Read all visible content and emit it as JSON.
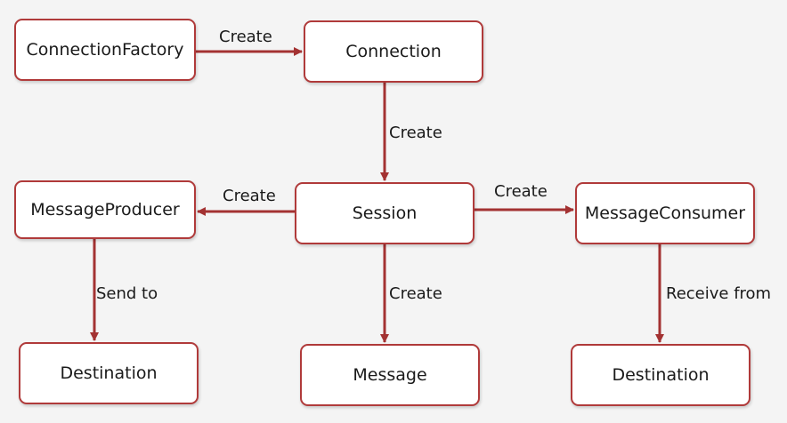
{
  "colors": {
    "border": "#b03a3a",
    "arrow": "#a33232",
    "node_fill": "#ffffff",
    "background": "#f4f4f4",
    "text": "#1a1a1a"
  },
  "nodes": {
    "connection_factory": "ConnectionFactory",
    "connection": "Connection",
    "session": "Session",
    "message_producer": "MessageProducer",
    "message_consumer": "MessageConsumer",
    "destination_left": "Destination",
    "message": "Message",
    "destination_right": "Destination"
  },
  "edges": {
    "factory_to_connection": "Create",
    "connection_to_session": "Create",
    "session_to_producer": "Create",
    "session_to_consumer": "Create",
    "producer_to_destination": "Send to",
    "session_to_message": "Create",
    "consumer_to_destination": "Receive from"
  }
}
